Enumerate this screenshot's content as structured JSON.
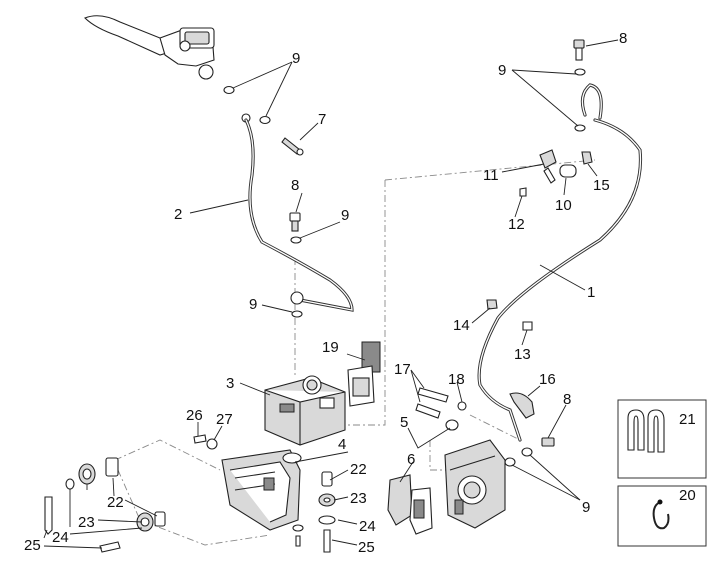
{
  "diagram": {
    "callouts": {
      "c1": "1",
      "c2": "2",
      "c3": "3",
      "c4": "4",
      "c5": "5",
      "c6": "6",
      "c7": "7",
      "c8a": "8",
      "c8b": "8",
      "c8c": "8",
      "c9a": "9",
      "c9b": "9",
      "c9c": "9",
      "c9d": "9",
      "c9e": "9",
      "c10": "10",
      "c11": "11",
      "c12": "12",
      "c13": "13",
      "c14": "14",
      "c15": "15",
      "c16": "16",
      "c17": "17",
      "c18": "18",
      "c19": "19",
      "c20": "20",
      "c21": "21",
      "c22a": "22",
      "c22b": "22",
      "c23a": "23",
      "c23b": "23",
      "c24a": "24",
      "c24b": "24",
      "c25a": "25",
      "c25b": "25",
      "c26": "26",
      "c27": "27"
    }
  }
}
